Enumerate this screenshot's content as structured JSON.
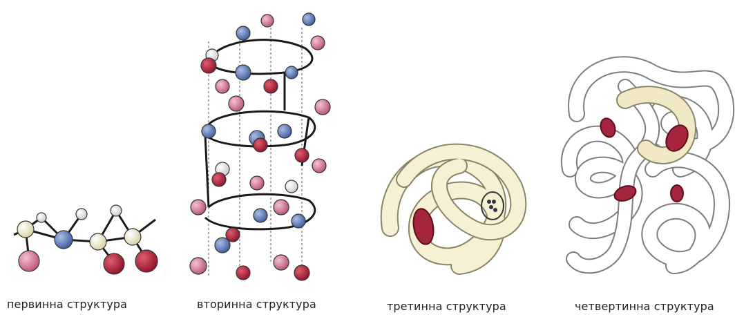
{
  "captions": {
    "primary": "первинна структура",
    "secondary": "вторинна структура",
    "tertiary": "третинна структура",
    "quaternary": "четвертинна структура"
  },
  "colors": {
    "backbone_atom": "#f3efc8",
    "nitrogen_atom": "#4d6fb0",
    "oxygen_atom": "#b2213a",
    "side_chain": "#cf6f8a",
    "hydrogen_atom": "#ffffff",
    "chain_tube": "#f6f0d4",
    "heme": "#a4253d"
  }
}
